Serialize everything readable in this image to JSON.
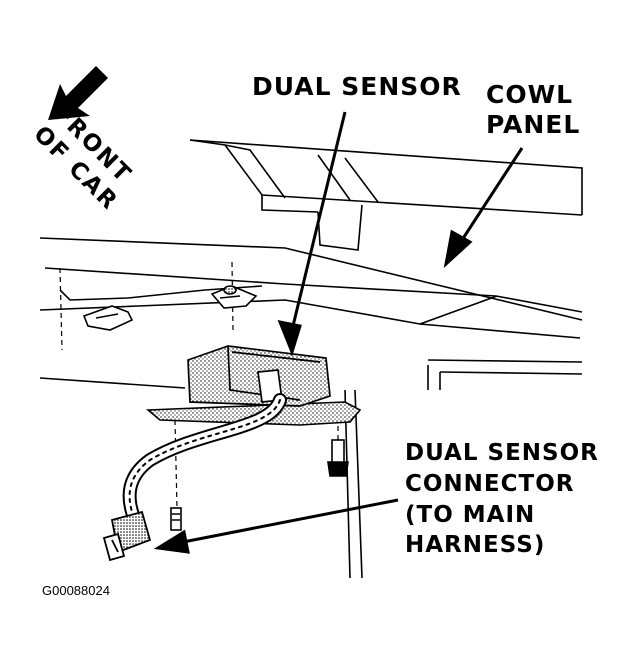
{
  "labels": {
    "dual_sensor": "DUAL SENSOR",
    "cowl_panel": [
      "COWL",
      "PANEL"
    ],
    "front_of_car": [
      "FRONT",
      "OF CAR"
    ],
    "connector": [
      "DUAL SENSOR",
      "CONNECTOR",
      "(TO MAIN",
      "HARNESS)"
    ]
  },
  "figure_code": "G00088024"
}
